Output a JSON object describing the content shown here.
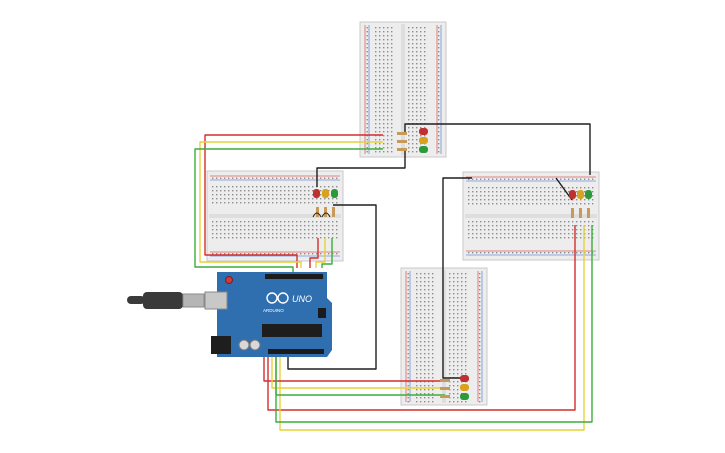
{
  "canvas": {
    "background": "#ffffff"
  },
  "arduino": {
    "model_label": "UNO",
    "brand_label": "ARDUINO",
    "board_color": "#2f6fb0",
    "usb_cable_color": "#3a3a3a"
  },
  "wire_colors": {
    "red": "#d62d2d",
    "yellow": "#e6d23a",
    "green": "#3cae3c",
    "black": "#1f1f1f"
  },
  "led_colors": {
    "red": "#c0302e",
    "yellow": "#d9a21e",
    "green": "#2c9a3a"
  },
  "breadboards": [
    {
      "id": "top"
    },
    {
      "id": "left"
    },
    {
      "id": "right"
    },
    {
      "id": "bottom"
    }
  ]
}
